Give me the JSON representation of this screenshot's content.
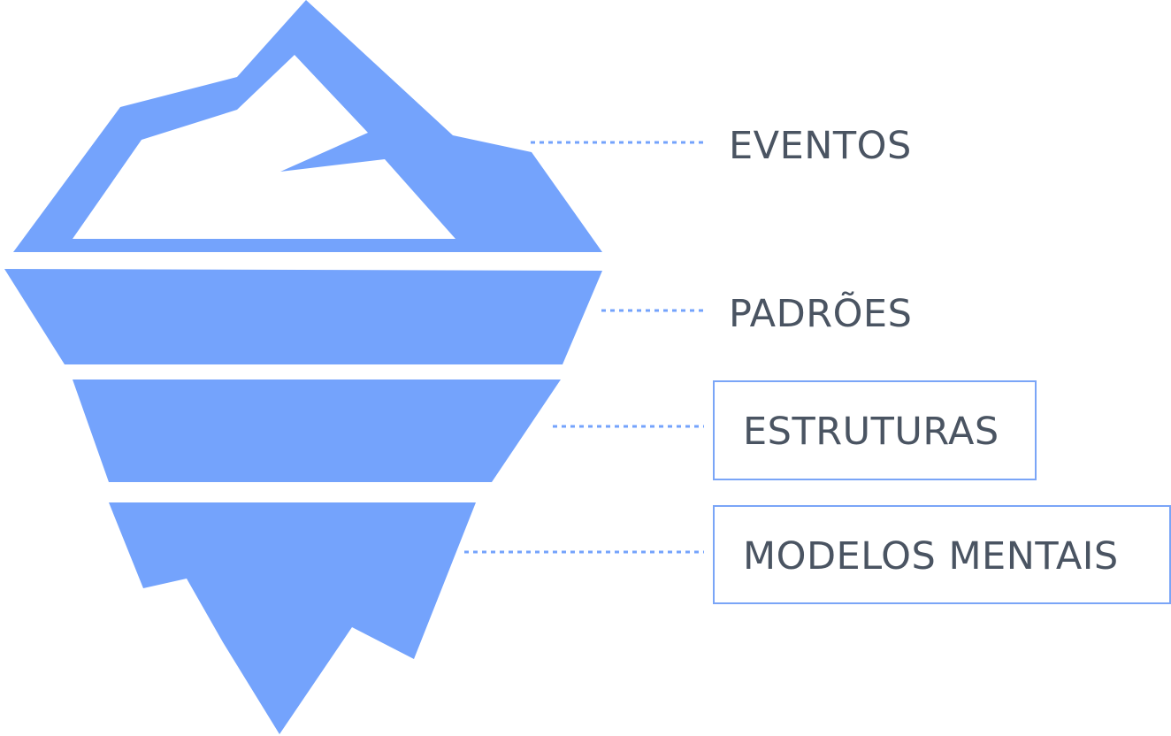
{
  "diagram": {
    "colors": {
      "iceberg_fill": "#74a3fc",
      "connector": "#74a3fc",
      "box_border": "#7aa5f7",
      "label_text": "#4a5462",
      "background": "#ffffff"
    },
    "layers": [
      {
        "id": "eventos",
        "label": "EVENTOS",
        "boxed": false
      },
      {
        "id": "padroes",
        "label": "PADRÕES",
        "boxed": false
      },
      {
        "id": "estruturas",
        "label": "ESTRUTURAS",
        "boxed": true
      },
      {
        "id": "modelos-mentais",
        "label": "MODELOS MENTAIS",
        "boxed": true
      }
    ]
  }
}
